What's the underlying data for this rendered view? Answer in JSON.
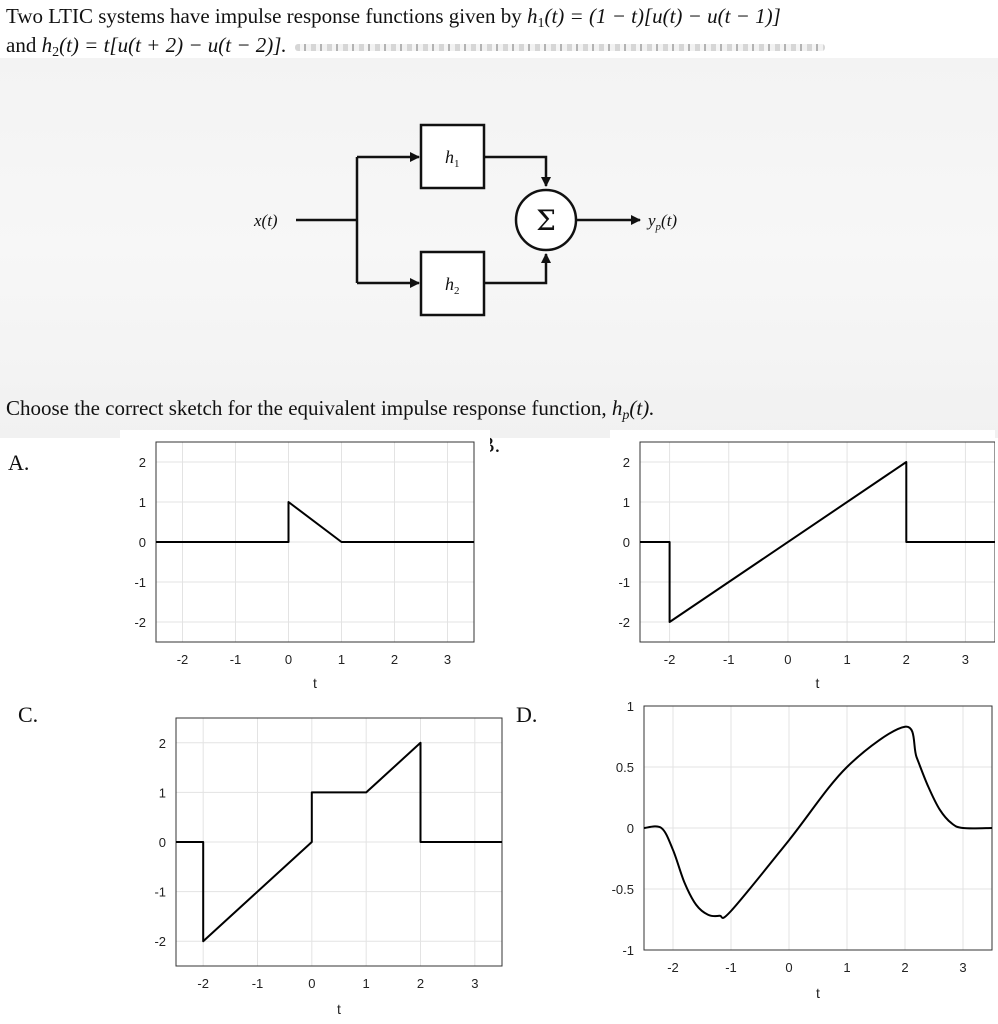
{
  "problem": {
    "line1": {
      "prefix": "Two LTIC systems have impulse response functions given by ",
      "h1_sym": "h",
      "h1_sub": "1",
      "h1_expr": "(t)  =  (1 − t)[u(t) − u(t − 1)]"
    },
    "line2": {
      "prefix": "and ",
      "h2_sym": "h",
      "h2_sub": "2",
      "h2_expr": "(t)  =  t[u(t + 2) − u(t  − 2)]."
    },
    "question_text": "Choose the correct sketch for the equivalent impulse response function, ",
    "hp_sym": "h",
    "hp_sub": "p",
    "hp_tail": "(t)."
  },
  "diagram": {
    "input_label": "x(t)",
    "block1_sym": "h",
    "block1_sub": "1",
    "block2_sym": "h",
    "block2_sub": "2",
    "sum_symbol": "Σ",
    "output_sym": "y",
    "output_sub": "p",
    "output_tail": "(t)"
  },
  "options": [
    {
      "label": "A."
    },
    {
      "label": "B."
    },
    {
      "label": "C."
    },
    {
      "label": "D."
    }
  ],
  "chart_data": [
    {
      "type": "line",
      "option": "A",
      "xlim": [
        -2.5,
        3.5
      ],
      "ylim": [
        -2.5,
        2.5
      ],
      "xticks": [
        -2,
        -1,
        0,
        1,
        2,
        3
      ],
      "yticks": [
        -2,
        -1,
        0,
        1,
        2
      ],
      "xlabel": "t",
      "grid": true,
      "x": [
        -2.5,
        0,
        0,
        1,
        3.5
      ],
      "y": [
        0,
        0,
        1,
        0,
        0
      ]
    },
    {
      "type": "line",
      "option": "B",
      "xlim": [
        -2.5,
        3.5
      ],
      "ylim": [
        -2.5,
        2.5
      ],
      "xticks": [
        -2,
        -1,
        0,
        1,
        2,
        3
      ],
      "yticks": [
        -2,
        -1,
        0,
        1,
        2
      ],
      "xlabel": "t",
      "grid": true,
      "x": [
        -2.5,
        -2,
        -2,
        2,
        2,
        3.5
      ],
      "y": [
        0,
        0,
        -2,
        2,
        0,
        0
      ]
    },
    {
      "type": "line",
      "option": "C",
      "xlim": [
        -2.5,
        3.5
      ],
      "ylim": [
        -2.5,
        2.5
      ],
      "xticks": [
        -2,
        -1,
        0,
        1,
        2,
        3
      ],
      "yticks": [
        -2,
        -1,
        0,
        1,
        2
      ],
      "xlabel": "t",
      "grid": true,
      "x": [
        -2.5,
        -2,
        -2,
        0,
        0,
        1,
        2,
        2,
        3.5
      ],
      "y": [
        0,
        0,
        -2,
        0,
        1,
        1,
        2,
        0,
        0
      ]
    },
    {
      "type": "line",
      "option": "D",
      "xlim": [
        -2.5,
        3.5
      ],
      "ylim": [
        -1,
        1
      ],
      "xticks": [
        -2,
        -1,
        0,
        1,
        2,
        3
      ],
      "yticks": [
        -1,
        -0.5,
        0,
        0.5,
        1
      ],
      "xlabel": "t",
      "grid": true,
      "x": [
        -2.5,
        -2.2,
        -2,
        -1.8,
        -1.6,
        -1.4,
        -1.2,
        -1.0,
        0,
        1,
        2.0,
        2.2,
        2.4,
        2.6,
        2.8,
        3.0,
        3.5
      ],
      "y": [
        0,
        0,
        -0.18,
        -0.45,
        -0.63,
        -0.71,
        -0.72,
        -0.68,
        -0.1,
        0.5,
        0.83,
        0.58,
        0.34,
        0.15,
        0.04,
        0,
        0
      ]
    }
  ]
}
